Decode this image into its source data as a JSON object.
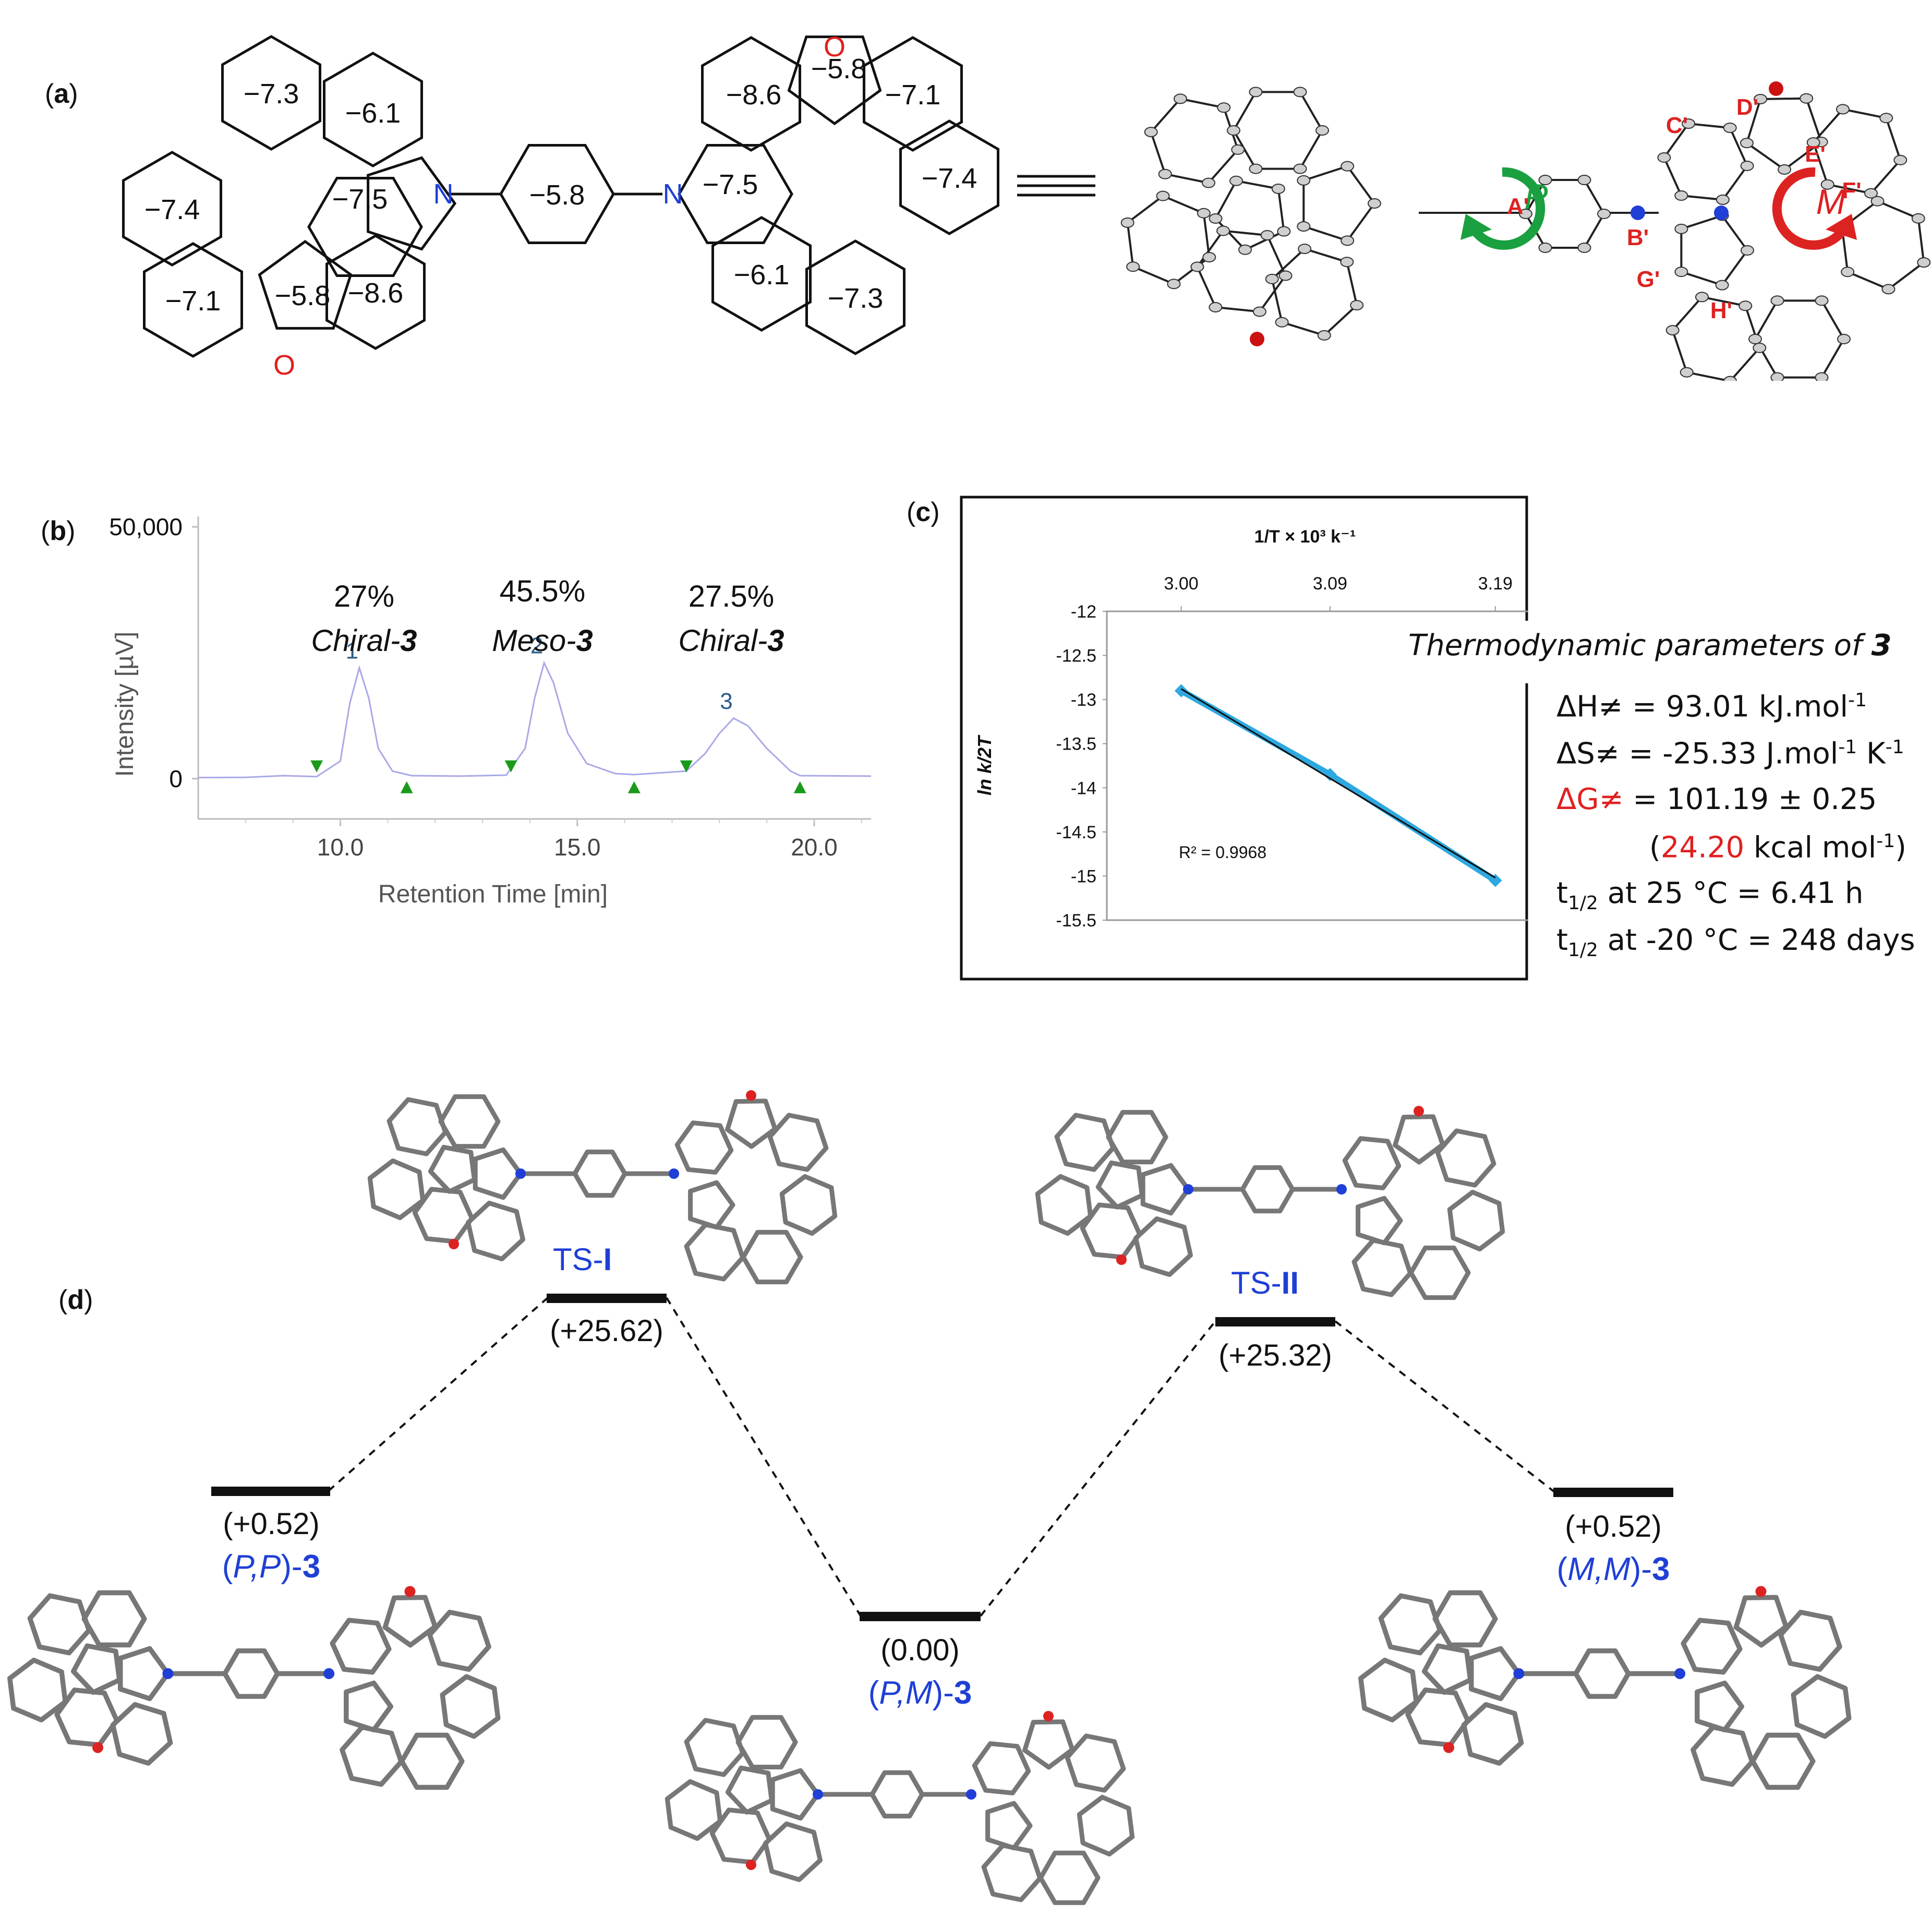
{
  "panel_a": {
    "label": "a",
    "ring_values_left": [
      "−7.3",
      "−6.1",
      "−7.4",
      "−7.5",
      "−7.1",
      "−5.8",
      "−8.6"
    ],
    "ring_values_right": [
      "−8.6",
      "−5.8",
      "−7.1",
      "−7.5",
      "−7.4",
      "−6.1",
      "−7.3"
    ],
    "center_ring": "−5.8",
    "atom_N": "N",
    "atom_O": "O",
    "equiv_symbol": "≡",
    "crystal_labels": [
      "C'",
      "D'",
      "E'",
      "F'",
      "A'",
      "B'",
      "G'",
      "H'"
    ],
    "helicity_left": "P",
    "helicity_right": "M"
  },
  "panel_b": {
    "label": "b",
    "peaks": [
      {
        "percent": "27%",
        "name": "Chiral-",
        "bold": "3",
        "number": "1"
      },
      {
        "percent": "45.5%",
        "name": "Meso-",
        "bold": "3",
        "number": "2"
      },
      {
        "percent": "27.5%",
        "name": "Chiral-",
        "bold": "3",
        "number": "3"
      }
    ]
  },
  "panel_c": {
    "label": "c",
    "thermo_title": "Thermodynamic parameters of ",
    "thermo_title_bold": "3",
    "dH": "ΔH≠ = 93.01 kJ.mol",
    "dH_sup": "-1",
    "dS": "ΔS≠ = -25.33 J.mol",
    "dS_sup1": "-1",
    "dS_k": " K",
    "dS_sup2": "-1",
    "dG_label": "ΔG≠",
    "dG_value": " = 101.19 ± 0.25",
    "kcal_open": "(",
    "kcal_value": "24.20",
    "kcal_unit": " kcal mol",
    "kcal_sup": "-1",
    "kcal_close": ")",
    "t1": "at 25 °C = 6.41 h",
    "t2": "at -20 °C = 248 days",
    "t_symbol": "t",
    "t_sub": "1/2"
  },
  "panel_d": {
    "label": "d",
    "levels": [
      {
        "energy": "(+0.52)",
        "species_pre": "(",
        "species_it": "P,P",
        "species_post": ")-",
        "species_bold": "3"
      },
      {
        "energy": "(+25.62)",
        "ts_pre": "TS-",
        "ts_bold": "I"
      },
      {
        "energy": "(0.00)",
        "species_pre": "(",
        "species_it": "P,M",
        "species_post": ")-",
        "species_bold": "3"
      },
      {
        "energy": "(+25.32)",
        "ts_pre": "TS-",
        "ts_bold": "II"
      },
      {
        "energy": "(+0.52)",
        "species_pre": "(",
        "species_it": "M,M",
        "species_post": ")-",
        "species_bold": "3"
      }
    ]
  },
  "chart_data": [
    {
      "type": "line",
      "title": "",
      "xlabel": "Retention Time [min]",
      "ylabel": "Intensity [µV]",
      "xlim": [
        7.0,
        21.2
      ],
      "ylim": [
        -8000,
        50000
      ],
      "x_ticks": [
        "10.0",
        "15.0",
        "20.0"
      ],
      "y_ticks": [
        "0",
        "50,000"
      ],
      "series": [
        {
          "x": [
            7.0,
            8.0,
            8.8,
            9.5,
            10.0,
            10.2,
            10.4,
            10.6,
            10.8,
            11.1,
            11.5,
            12.5,
            13.5,
            13.9,
            14.1,
            14.3,
            14.5,
            14.8,
            15.2,
            15.8,
            16.2,
            17.3,
            17.7,
            18.0,
            18.3,
            18.6,
            19.0,
            19.5,
            19.7,
            21.2
          ],
          "y": [
            200,
            250,
            600,
            400,
            3500,
            15000,
            22000,
            16000,
            6000,
            1500,
            600,
            500,
            700,
            6000,
            16000,
            23000,
            19000,
            9000,
            3000,
            1000,
            800,
            1500,
            5000,
            9000,
            12000,
            10500,
            6000,
            1500,
            600,
            500
          ]
        }
      ],
      "peaks": [
        {
          "number": "1",
          "rt": 10.4,
          "percent": "27%"
        },
        {
          "number": "2",
          "rt": 14.3,
          "percent": "45.5%"
        },
        {
          "number": "3",
          "rt": 18.3,
          "percent": "27.5%"
        }
      ],
      "markers_down": [
        9.5,
        13.6,
        17.3
      ],
      "markers_up": [
        11.4,
        16.2,
        19.7
      ],
      "colors": {
        "trace": "#a8a8e8",
        "markers": "#1a9a1a"
      }
    },
    {
      "type": "scatter",
      "title": "",
      "xlabel": "1/T × 10³ k⁻¹",
      "ylabel": "ln k/2T",
      "x_axis_position": "top",
      "x_ticks": [
        "3.00",
        "3.09",
        "3.19"
      ],
      "y_ticks": [
        "-12",
        "-12.5",
        "-13",
        "-13.5",
        "-14",
        "-14.5",
        "-15",
        "-15.5"
      ],
      "xlim": [
        2.955,
        3.22
      ],
      "ylim": [
        -15.5,
        -12
      ],
      "points": [
        {
          "x": 3.0,
          "y": -12.9
        },
        {
          "x": 3.09,
          "y": -13.85
        },
        {
          "x": 3.19,
          "y": -15.05
        }
      ],
      "trendline": {
        "x": [
          3.0,
          3.19
        ],
        "y": [
          -12.88,
          -15.02
        ]
      },
      "annotation": "R² = 0.9968",
      "colors": {
        "data": "#2ea8e0",
        "trendline": "#111111"
      }
    }
  ]
}
